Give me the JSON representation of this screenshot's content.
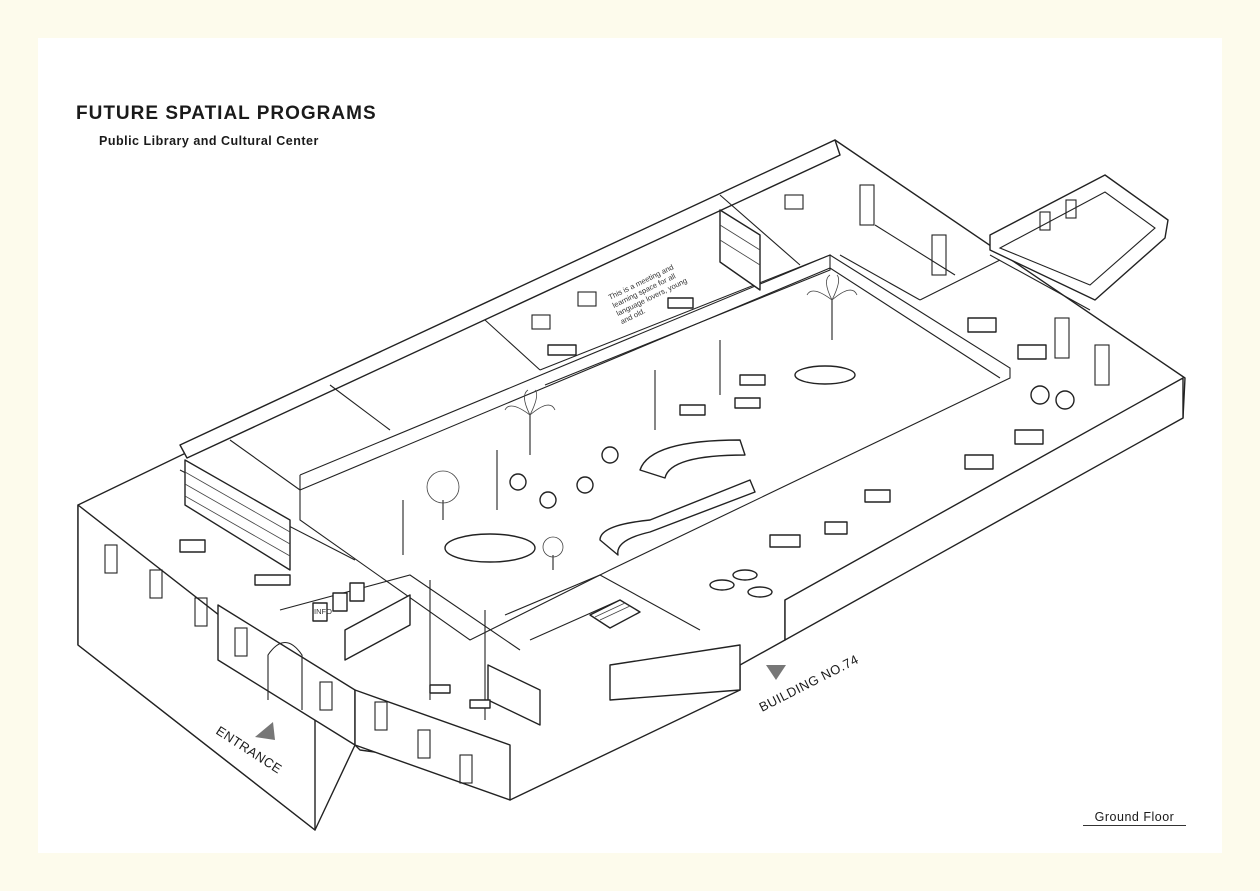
{
  "title": "FUTURE SPATIAL PROGRAMS",
  "subtitle": "Public Library and Cultural Center",
  "floor_label": "Ground Floor",
  "entrance_label": "ENTRANCE",
  "building_label": "BUILDING NO.74",
  "room_note": [
    "This is a meeting and",
    "learning space for all",
    "language lovers, young",
    "and old."
  ],
  "info_sign": "INFO",
  "colors": {
    "background": "#fdfbec",
    "sheet": "#ffffff",
    "line": "#222222",
    "marker": "#777777"
  }
}
